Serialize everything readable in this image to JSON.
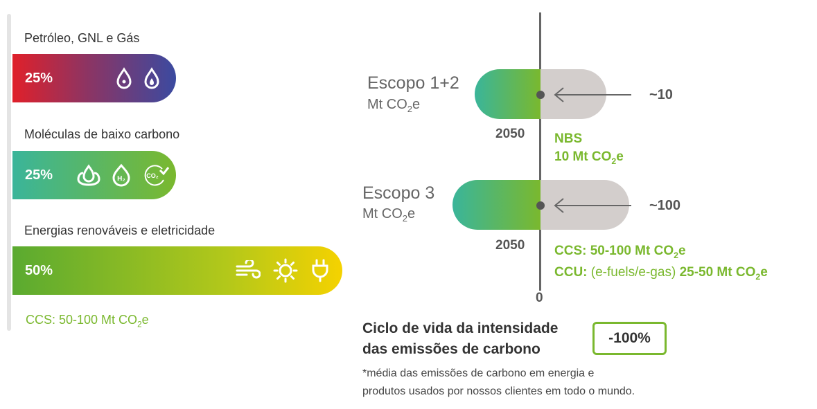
{
  "left": {
    "categories": [
      {
        "label": "Petróleo, GNL e Gás",
        "percent": "25%",
        "icons": [
          "oil-drop-icon",
          "gas-flame-icon"
        ],
        "colors": [
          "#e0202a",
          "#3b4aa0"
        ]
      },
      {
        "label": "Moléculas de  baixo carbono",
        "percent": "25%",
        "icons": [
          "biofuel-lotus-icon",
          "hydrogen-icon",
          "co2-capture-icon"
        ],
        "colors": [
          "#3ab59a",
          "#7ab82e"
        ]
      },
      {
        "label": "Energias renováveis  e eletricidade",
        "percent": "50%",
        "icons": [
          "wind-icon",
          "sun-icon",
          "plug-icon"
        ],
        "colors": [
          "#5aaa30",
          "#f5d200"
        ]
      }
    ],
    "ccs_note": "CCS: 50-100 Mt CO",
    "ccs_sub": "2",
    "ccs_suffix": "e"
  },
  "right": {
    "scope12": {
      "title": "Escopo 1+2",
      "unit": "Mt CO",
      "unit_sub": "2",
      "unit_suffix": "e",
      "value": "~10",
      "year": "2050",
      "nbs_title": "NBS",
      "nbs_value": "10 Mt CO",
      "nbs_sub": "2",
      "nbs_suffix": "e"
    },
    "scope3": {
      "title": "Escopo 3",
      "unit": "Mt CO",
      "unit_sub": "2",
      "unit_suffix": "e",
      "value": "~100",
      "year": "2050",
      "ccs": "CCS: 50-100 Mt CO",
      "ccs_sub": "2",
      "ccs_suffix": "e",
      "ccu_prefix": "CCU:",
      "ccu_paren": "(e-fuels/e-gas)",
      "ccu_value": "25-50 Mt CO",
      "ccu_sub": "2",
      "ccu_suffix": "e"
    },
    "axis_zero": "0",
    "lifecycle_line1": "Ciclo de vida da intensidade",
    "lifecycle_line2": "das emissões de carbono",
    "lifecycle_value": "-100%",
    "footnote_line1": "*média das emissões de carbono em energia e",
    "footnote_line2": "produtos usados por nossos clientes em todo o mundo."
  }
}
